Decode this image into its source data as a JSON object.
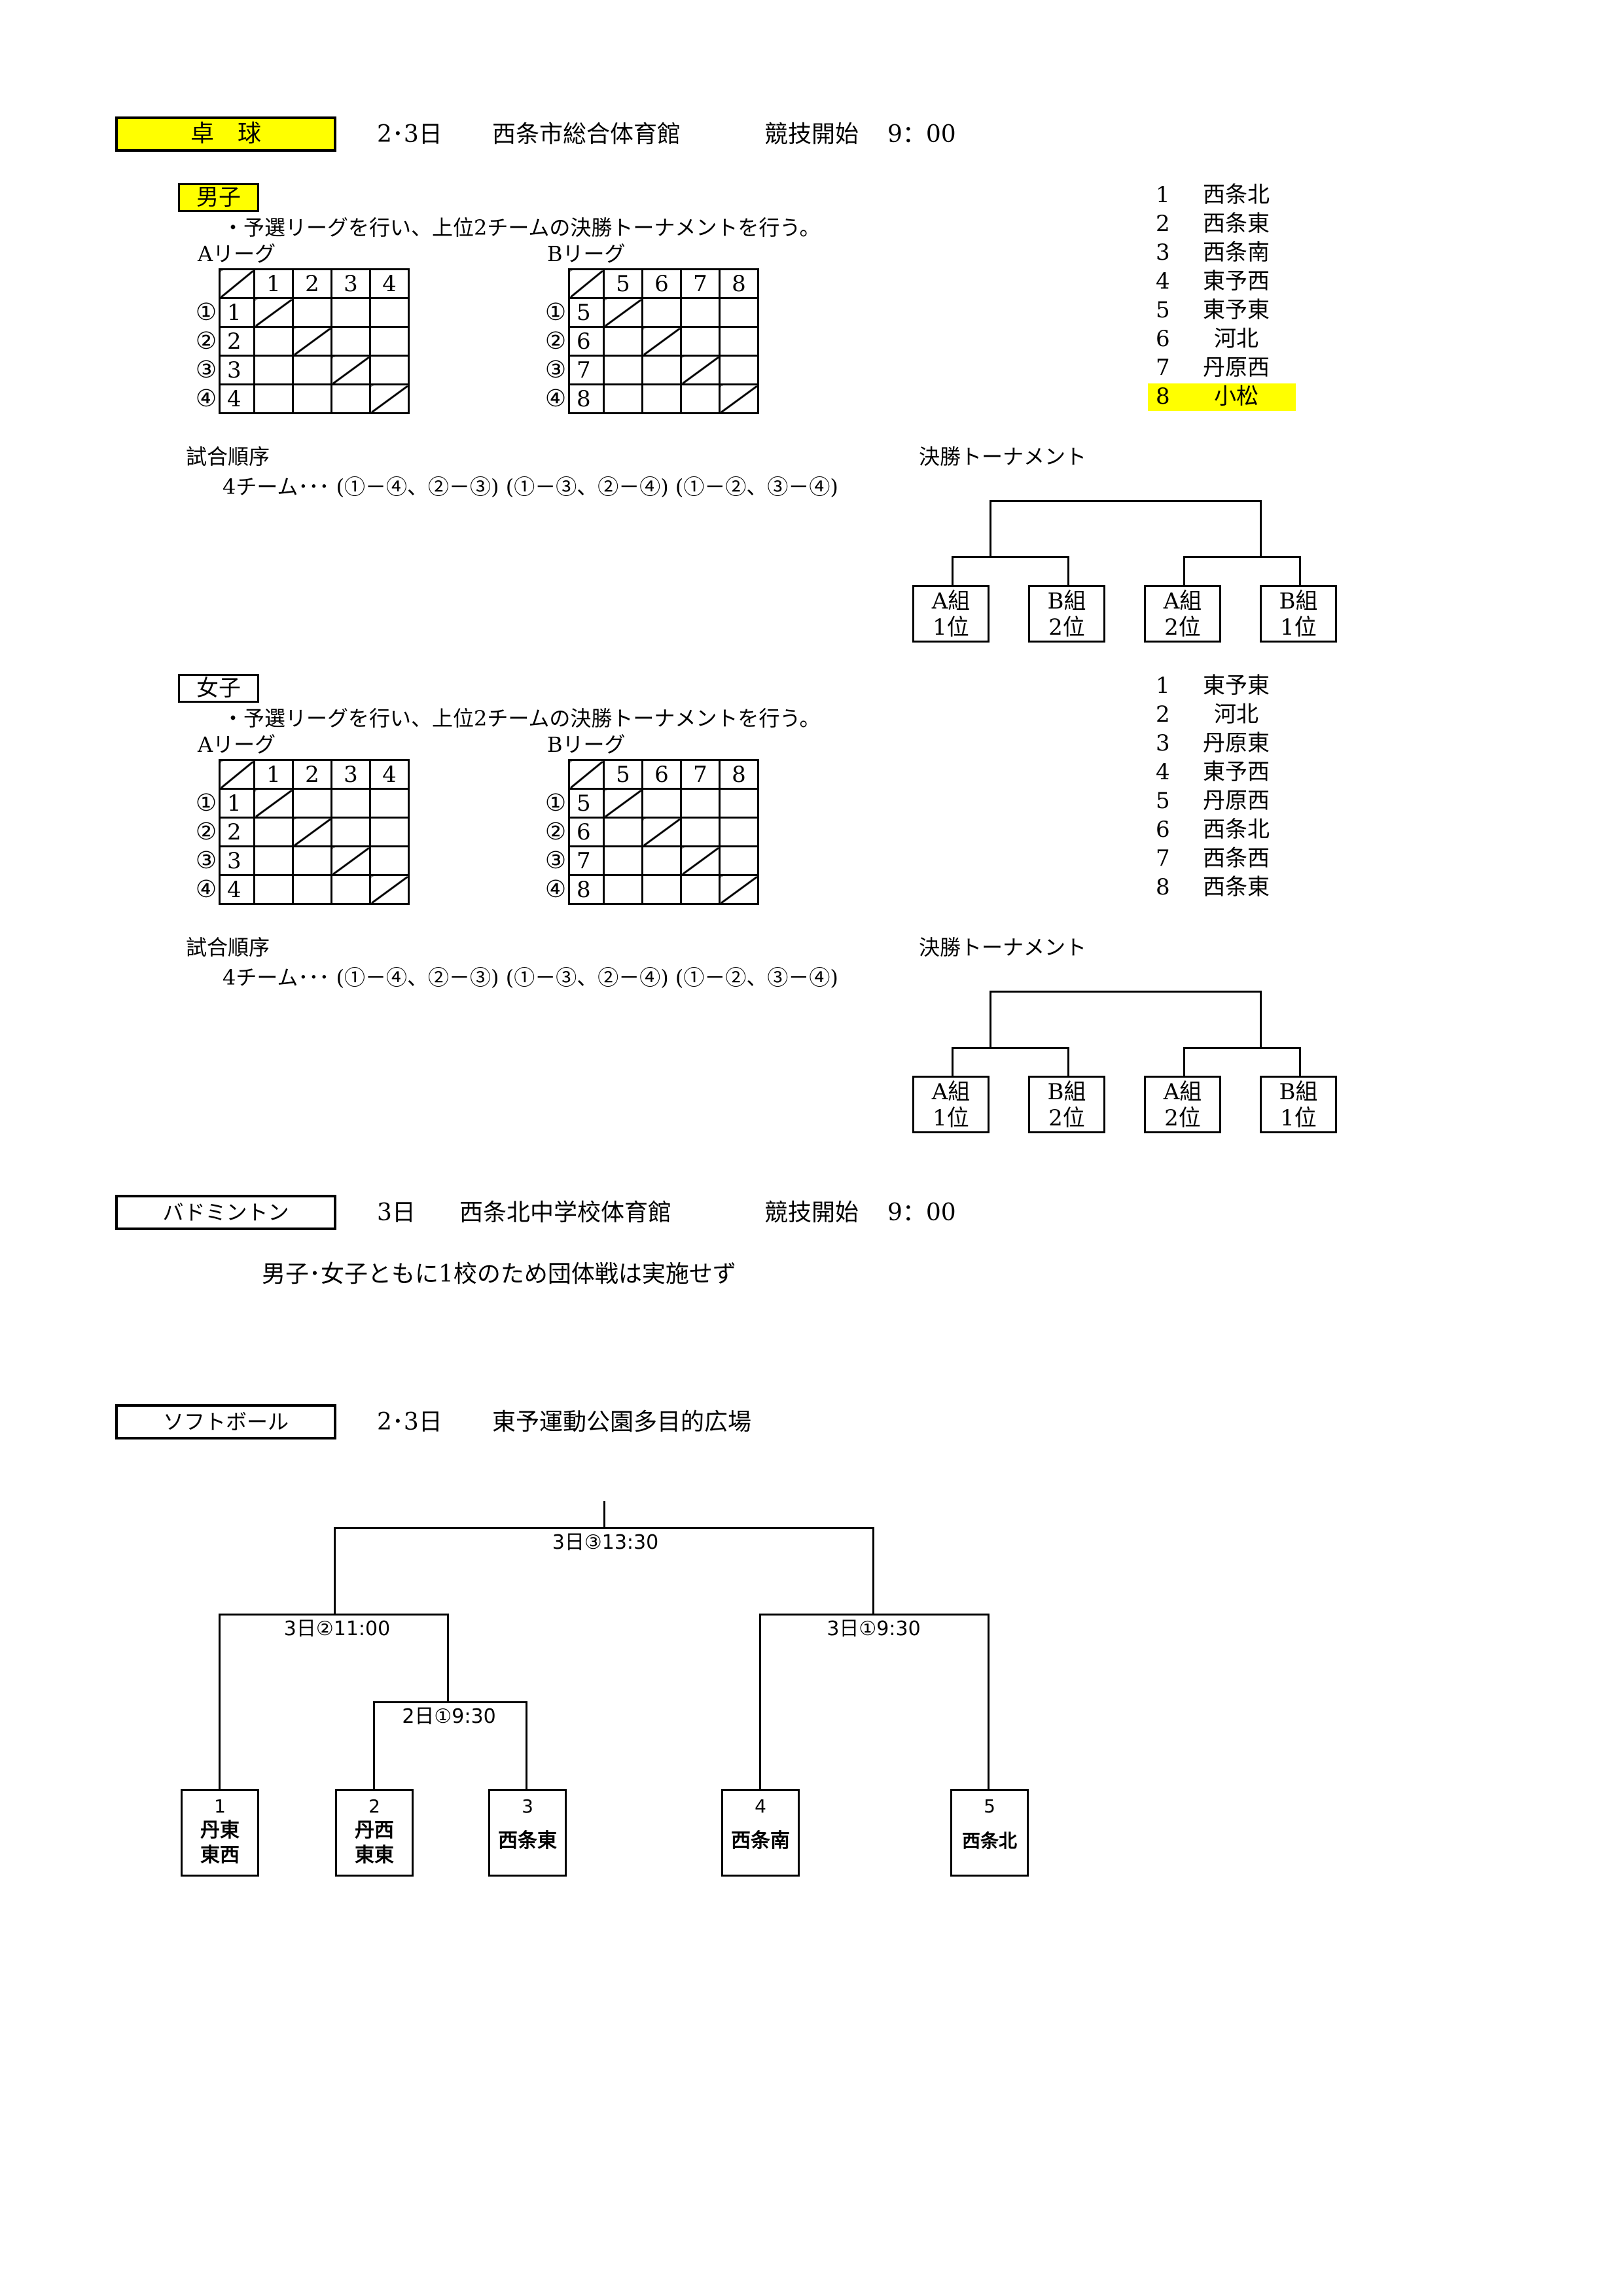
{
  "tt": {
    "title": "卓　球",
    "date": "2･3日",
    "venue": "西条市総合体育館",
    "start": "競技開始",
    "time": "9：00",
    "boys": {
      "tag": "男子",
      "note": "・予選リーグを行い、上位2チームの決勝トーナメントを行う。",
      "leagueA": "Aリーグ",
      "leagueB": "Bリーグ",
      "colsA": [
        "1",
        "2",
        "3",
        "4"
      ],
      "colsB": [
        "5",
        "6",
        "7",
        "8"
      ],
      "rowNums": [
        "①",
        "②",
        "③",
        "④"
      ],
      "order_label": "試合順序",
      "order": "4チーム･･･ (①－④、②－③) (①－③、②－④) (①－②、③－④)",
      "final_label": "決勝トーナメント",
      "final_boxes": [
        [
          "A組",
          "1位"
        ],
        [
          "B組",
          "2位"
        ],
        [
          "A組",
          "2位"
        ],
        [
          "B組",
          "1位"
        ]
      ],
      "teams": [
        [
          "1",
          "西条北"
        ],
        [
          "2",
          "西条東"
        ],
        [
          "3",
          "西条南"
        ],
        [
          "4",
          "東予西"
        ],
        [
          "5",
          "東予東"
        ],
        [
          "6",
          "河北"
        ],
        [
          "7",
          "丹原西"
        ],
        [
          "8",
          "小松"
        ]
      ],
      "highlight_color": "#ffff00"
    },
    "girls": {
      "tag": "女子",
      "note": "・予選リーグを行い、上位2チームの決勝トーナメントを行う。",
      "leagueA": "Aリーグ",
      "leagueB": "Bリーグ",
      "colsA": [
        "1",
        "2",
        "3",
        "4"
      ],
      "colsB": [
        "5",
        "6",
        "7",
        "8"
      ],
      "rowNums": [
        "①",
        "②",
        "③",
        "④"
      ],
      "order_label": "試合順序",
      "order": "4チーム･･･ (①－④、②－③) (①－③、②－④) (①－②、③－④)",
      "final_label": "決勝トーナメント",
      "final_boxes": [
        [
          "A組",
          "1位"
        ],
        [
          "B組",
          "2位"
        ],
        [
          "A組",
          "2位"
        ],
        [
          "B組",
          "1位"
        ]
      ],
      "teams": [
        [
          "1",
          "東予東"
        ],
        [
          "2",
          "河北"
        ],
        [
          "3",
          "丹原東"
        ],
        [
          "4",
          "東予西"
        ],
        [
          "5",
          "丹原西"
        ],
        [
          "6",
          "西条北"
        ],
        [
          "7",
          "西条西"
        ],
        [
          "8",
          "西条東"
        ]
      ]
    }
  },
  "bd": {
    "title": "バドミントン",
    "date": "3日",
    "venue": "西条北中学校体育館",
    "start": "競技開始",
    "time": "9：00",
    "note": "男子･女子ともに1校のため団体戦は実施せず"
  },
  "sb": {
    "title": "ソフトボール",
    "date": "2･3日",
    "venue": "東予運動公園多目的広場",
    "final": "3日③13:30",
    "semi_left": "3日②11:00",
    "semi_right": "3日①9:30",
    "first": "2日①9:30",
    "teams": [
      {
        "num": "1",
        "name1": "丹東",
        "name2": "東西"
      },
      {
        "num": "2",
        "name1": "丹西",
        "name2": "東東"
      },
      {
        "num": "3",
        "name1": "西条東",
        "name2": ""
      },
      {
        "num": "4",
        "name1": "西条南",
        "name2": ""
      },
      {
        "num": "5",
        "name1": "西条北",
        "name2": ""
      }
    ]
  },
  "colors": {
    "header_yellow": "#ffff00"
  }
}
